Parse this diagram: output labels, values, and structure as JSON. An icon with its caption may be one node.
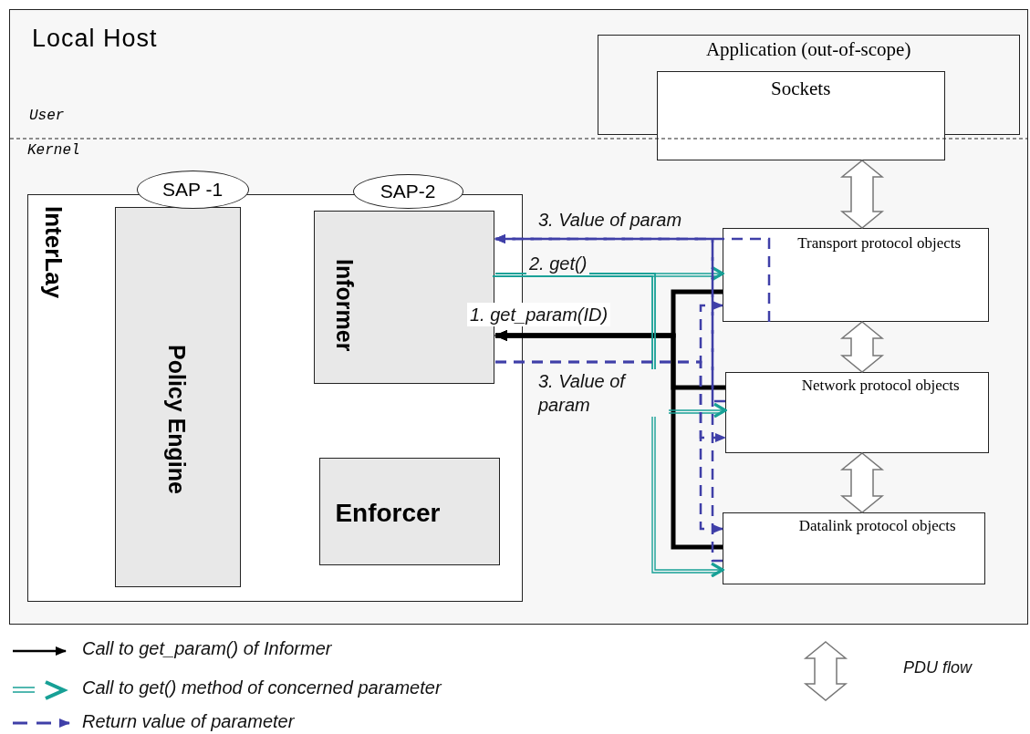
{
  "diagram": {
    "nodes": [
      {
        "text": [
          "Local Host"
        ]
      },
      {
        "text": [
          "Application (out-of-scope)"
        ],
        "in": 0
      },
      {
        "text": [
          "Sockets"
        ],
        "in": 0
      },
      {
        "text": [
          "InterLay"
        ],
        "in": 0
      },
      {
        "text": [
          "SAP -1"
        ],
        "in": 0
      },
      {
        "text": [
          "SAP-2"
        ],
        "in": 0
      },
      {
        "text": [
          "Policy Engine"
        ],
        "in": 3
      },
      {
        "text": [
          "Informer"
        ],
        "in": 3
      },
      {
        "text": [
          "Enforcer"
        ],
        "in": 3
      },
      {
        "text": [
          "Transport protocol objects"
        ],
        "in": 0
      },
      {
        "text": [
          "Network protocol objects"
        ],
        "in": 0
      },
      {
        "text": [
          "Datalink protocol objects"
        ],
        "in": 0
      }
    ],
    "edges": [
      {
        "from": 2,
        "to": 9,
        "arrow": "both",
        "style": "thick",
        "color": "#777777"
      },
      {
        "from": 9,
        "to": 10,
        "arrow": "both",
        "style": "thick",
        "color": "#777777"
      },
      {
        "from": 10,
        "to": 11,
        "arrow": "both",
        "style": "thick",
        "color": "#777777"
      },
      {
        "from": 9,
        "to": 7,
        "arrow": "to",
        "label": "1. get_param(ID)",
        "style": "thick",
        "color": "#000000"
      },
      {
        "from": 10,
        "to": 7,
        "arrow": "to",
        "style": "thick",
        "color": "#000000"
      },
      {
        "from": 11,
        "to": 7,
        "arrow": "to",
        "style": "thick",
        "color": "#000000"
      },
      {
        "from": 7,
        "to": 9,
        "arrow": "to",
        "label": "2. get()",
        "color": "#17a096"
      },
      {
        "from": 7,
        "to": 10,
        "arrow": "to",
        "color": "#17a096"
      },
      {
        "from": 7,
        "to": 11,
        "arrow": "to",
        "color": "#17a096"
      },
      {
        "from": 9,
        "to": 7,
        "arrow": "to",
        "label": "3. Value of param",
        "style": "dashed"
      },
      {
        "from": 10,
        "to": 7,
        "arrow": "to",
        "style": "dashed"
      },
      {
        "from": 11,
        "to": 7,
        "arrow": "to",
        "style": "dashed"
      },
      {
        "from": 7,
        "to": 9,
        "arrow": "to",
        "label": "3. Value of param",
        "style": "dashed"
      },
      {
        "from": 7,
        "to": 10,
        "arrow": "to",
        "style": "dashed"
      },
      {
        "from": 7,
        "to": 11,
        "arrow": "to",
        "style": "dashed"
      }
    ],
    "labels": [
      "User",
      "Kernel"
    ],
    "legend": [
      {
        "text": "Call to get_param() of Informer"
      },
      {
        "text": "Call to get() method of concerned parameter"
      },
      {
        "text": "Return value of parameter"
      },
      {
        "text": "PDU flow"
      }
    ]
  }
}
